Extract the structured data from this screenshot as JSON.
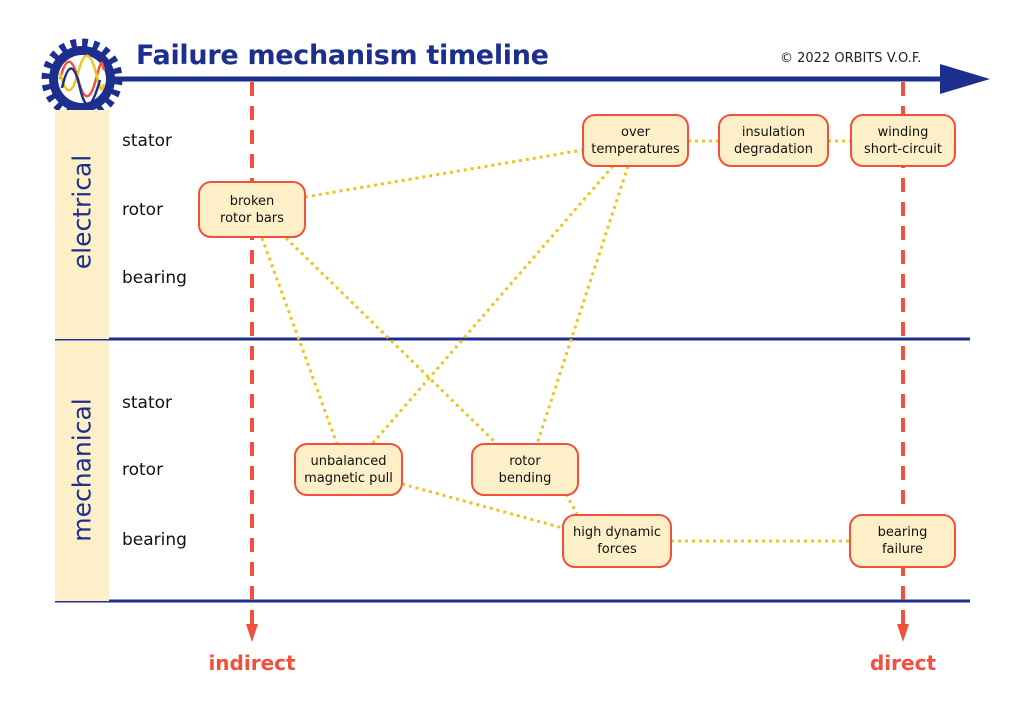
{
  "header": {
    "title": "Failure mechanism timeline",
    "copyright": "© 2022 ORBITS V.O.F."
  },
  "logo": {
    "icon": "gear-sine-wave-logo-icon"
  },
  "categories": {
    "electrical": {
      "label": "electrical",
      "rows": [
        "stator",
        "rotor",
        "bearing"
      ]
    },
    "mechanical": {
      "label": "mechanical",
      "rows": [
        "stator",
        "rotor",
        "bearing"
      ]
    }
  },
  "axis": {
    "indirect_label": "indirect",
    "direct_label": "direct"
  },
  "nodes": {
    "broken_rotor_bars": "broken\nrotor bars",
    "over_temperatures": "over\ntemperatures",
    "insulation_degradation": "insulation\ndegradation",
    "winding_short_circuit": "winding\nshort-circuit",
    "unbalanced_magnetic_pull": "unbalanced\nmagnetic pull",
    "rotor_bending": "rotor\nbending",
    "high_dynamic_forces": "high dynamic\nforces",
    "bearing_failure": "bearing\nfailure"
  },
  "colors": {
    "navy": "#1c2f8f",
    "red": "#f2503a",
    "connector": "#f0c419",
    "band": "#fdf0c8"
  }
}
